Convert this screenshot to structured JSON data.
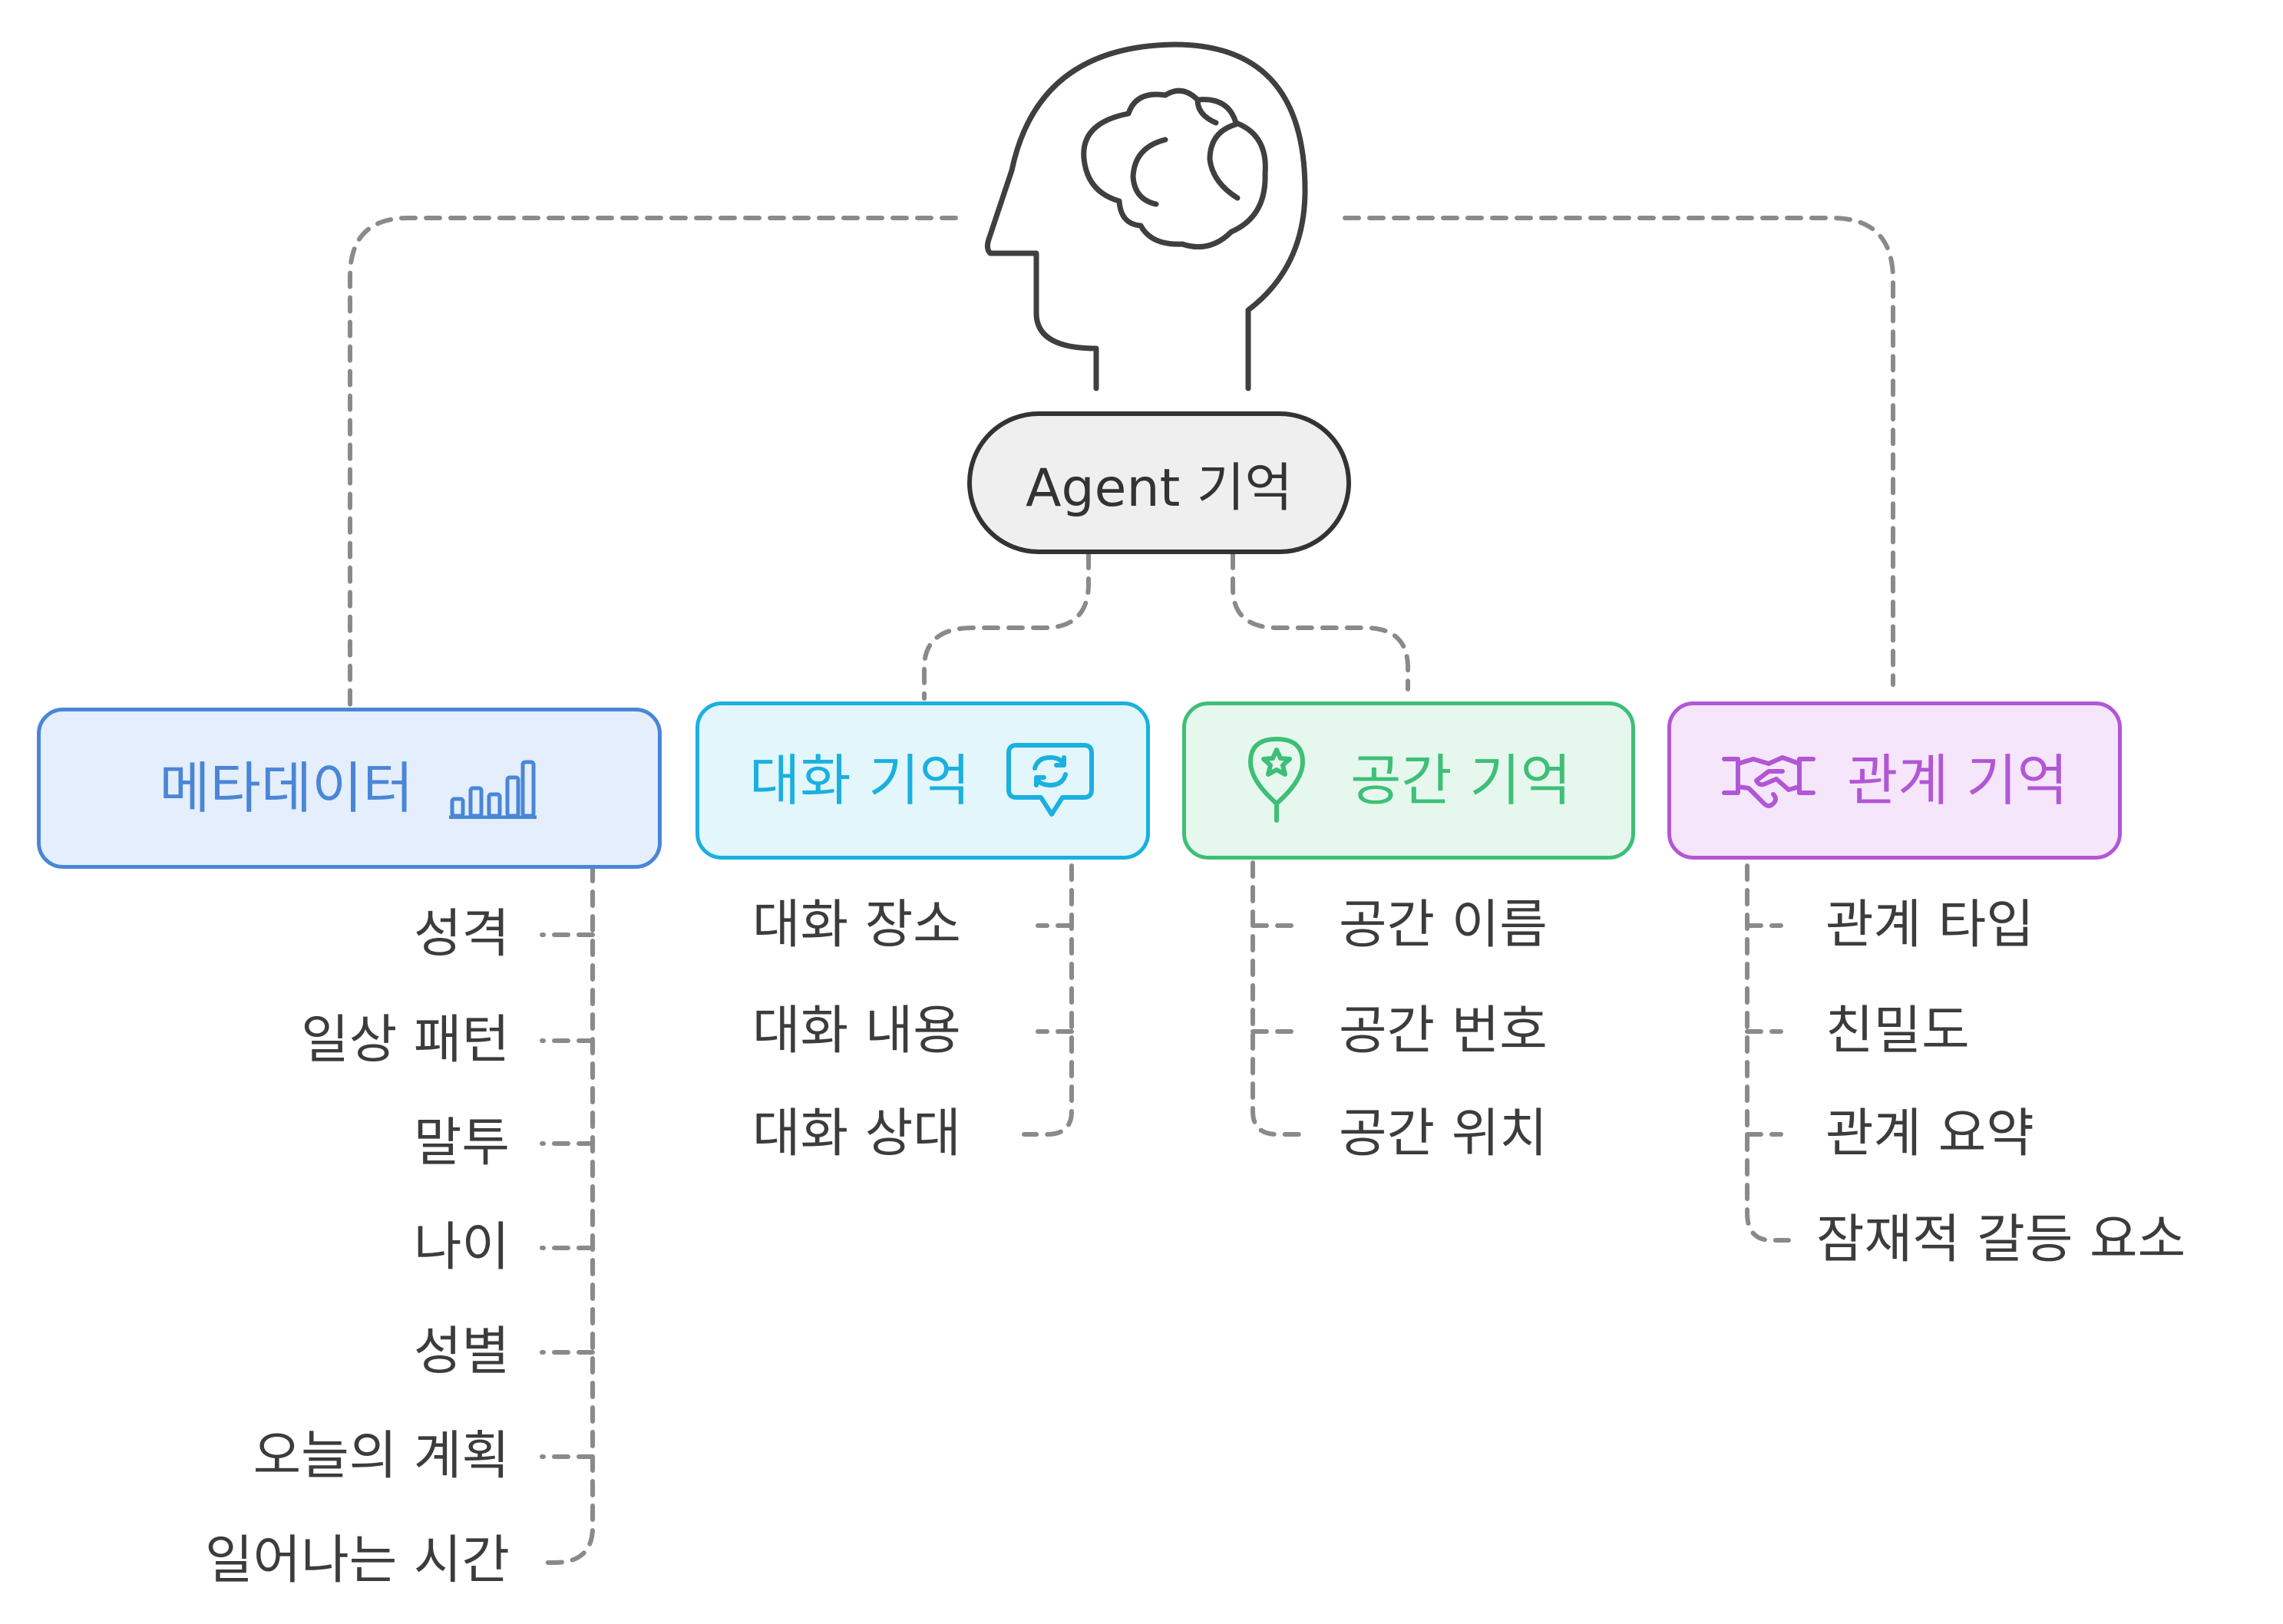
{
  "root": {
    "label": "Agent 기억",
    "icon": "brain-head-icon"
  },
  "categories": [
    {
      "id": "metadata",
      "label": "메타데이터",
      "icon": "bar-chart-icon",
      "color": "#4a86d8",
      "fill": "#e4eefc",
      "items": [
        "성격",
        "일상 패턴",
        "말투",
        "나이",
        "성별",
        "오늘의 계획",
        "일어나는 시간"
      ]
    },
    {
      "id": "conversation",
      "label": "대화 기억",
      "icon": "chat-refresh-icon",
      "color": "#1ab0df",
      "fill": "#e2f6fb",
      "items": [
        "대화 장소",
        "대화 내용",
        "대화 상대"
      ]
    },
    {
      "id": "space",
      "label": "공간 기억",
      "icon": "location-pin-icon",
      "color": "#3ebf77",
      "fill": "#e6f8ee",
      "items": [
        "공간 이름",
        "공간 번호",
        "공간 위치"
      ]
    },
    {
      "id": "relationship",
      "label": "관계 기억",
      "icon": "handshake-icon",
      "color": "#b157d6",
      "fill": "#f6e6fb",
      "items": [
        "관계 타입",
        "친밀도",
        "관계 요약",
        "잠재적 갈등 요소"
      ]
    }
  ]
}
